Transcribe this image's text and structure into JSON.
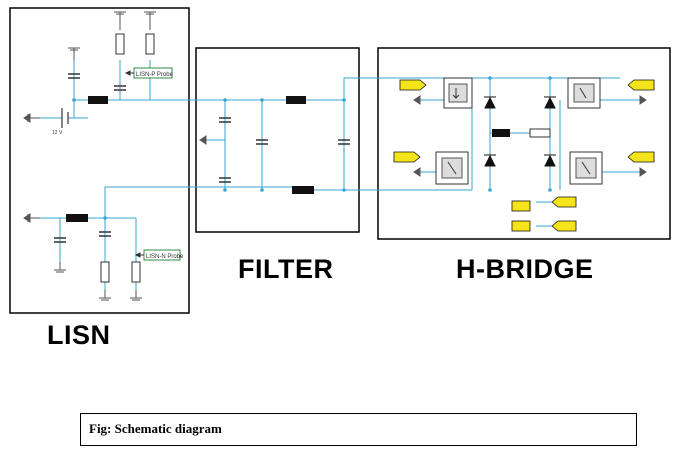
{
  "blocks": {
    "lisn": {
      "title": "LISN"
    },
    "filter": {
      "title": "FILTER"
    },
    "hbridge": {
      "title": "H-BRIDGE"
    }
  },
  "caption": "Fig: Schematic diagram",
  "lisn_labels": {
    "probe_p": "LISN-P Probe",
    "probe_n": "LISN-N Probe",
    "supply": "12 V"
  },
  "colors": {
    "wire": "#3aa6d0",
    "port": "#f5e41a",
    "probe_border": "#2e8b3d",
    "inductor": "#111111",
    "block_border": "#000000"
  }
}
